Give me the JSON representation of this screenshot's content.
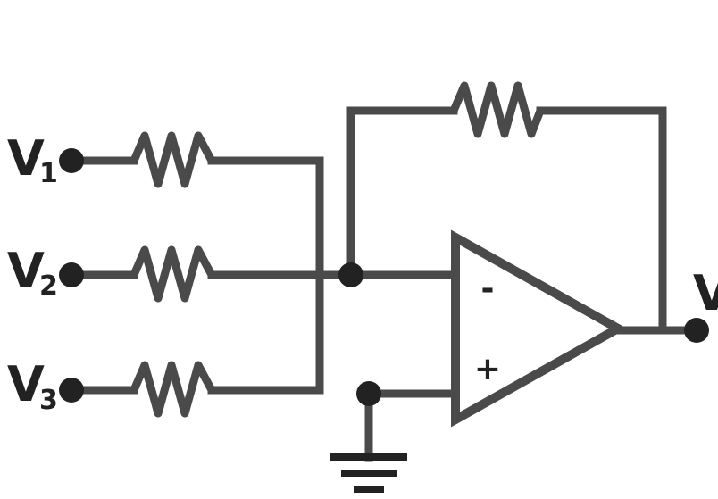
{
  "inputs": [
    {
      "label": "V",
      "subscript": "1"
    },
    {
      "label": "V",
      "subscript": "2"
    },
    {
      "label": "V",
      "subscript": "3"
    }
  ],
  "output": {
    "label": "V"
  },
  "opamp": {
    "inverting_sign": "-",
    "noninverting_sign": "+"
  },
  "colors": {
    "wire": "#4a4a4a",
    "node": "#222222",
    "background": "#ffffff"
  }
}
